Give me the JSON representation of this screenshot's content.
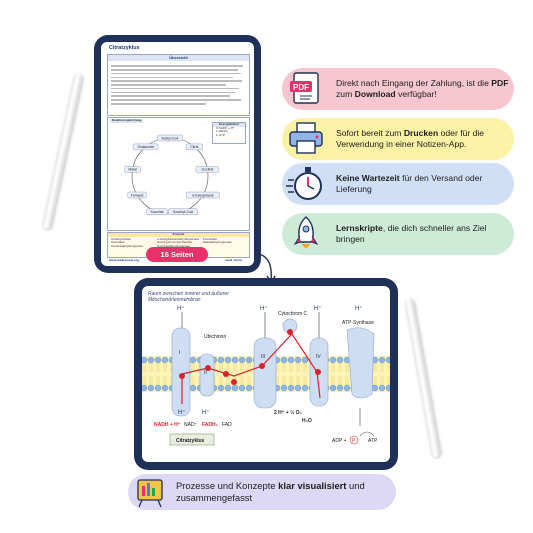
{
  "doc": {
    "title": "Citratzyklus",
    "overview_heading": "Übersicht",
    "cycle_heading": "Reaktionsgleichung",
    "energy_heading": "Energiebilanz",
    "energy_lines": [
      "3 NADH + H⁺",
      "1 FADH₂",
      "1 GTP"
    ],
    "enzyme_heading": "Enzyme",
    "footer_url": "www.medi-know.org",
    "footer_brand": "medi_know",
    "cycle_nodes": [
      "Acetyl-CoA",
      "Citrat",
      "Isocitrat",
      "α-Ketoglutarat",
      "Succinyl-CoA",
      "Succinat",
      "Fumarat",
      "Malat",
      "Oxalacetat"
    ],
    "enzymes": [
      "Citratsynthase",
      "α-Ketoglutarat-Dehydrogenase",
      "Fumarase",
      "Aconitase",
      "Succinyl-CoA-Synthetase",
      "Malatdehydrogenase",
      "Isocitratdehydrogenase",
      "Succinatdehydrogenase"
    ]
  },
  "badge": "16 Seiten",
  "features": [
    {
      "icon": "pdf-icon",
      "pre": "Direkt nach Eingang der Zahlung, ist die ",
      "b1": "PDF",
      "mid": " zum ",
      "b2": "Download",
      "post": " verfügbar!",
      "color": "#f7c7d0"
    },
    {
      "icon": "printer-icon",
      "pre": "Sofort bereit zum ",
      "b1": "Drucken",
      "mid": " oder für die Verwendung in einer Notizen-App.",
      "b2": "",
      "post": "",
      "color": "#fbf2a6"
    },
    {
      "icon": "stopwatch-icon",
      "pre": "",
      "b1": "Keine Wartezeit",
      "mid": " für den Versand oder Lieferung",
      "b2": "",
      "post": "",
      "color": "#cfe0f6"
    },
    {
      "icon": "rocket-icon",
      "pre": "",
      "b1": "Lernskripte",
      "mid": ", die dich schneller ans Ziel bringen",
      "b2": "",
      "post": "",
      "color": "#cdebd6"
    }
  ],
  "etc": {
    "header": "Raum zwischen innerer und äußerer Mitochondrienmembran",
    "cytochrome": "Cytochrom C",
    "ubichinon": "Ubichinon",
    "atp_synthase": "ATP-Synthase",
    "complex_labels": [
      "I",
      "II",
      "III",
      "IV"
    ],
    "hplus": "H⁺",
    "nadh": "NADH + H⁺",
    "nad": "NAD⁺",
    "fadh2": "FADH₂",
    "fad": "FAD",
    "oxygen": "2 H⁺ + ½ O₂",
    "water": "H₂O",
    "adp": "ADP + ",
    "p": "P",
    "atp": "ATP",
    "citrate_box": "Citratzyklus"
  },
  "bottom": {
    "pre": "Prozesse und Konzepte ",
    "bold": "klar visualisiert",
    "post": " und zusammengefasst",
    "color": "#ddd8f5"
  }
}
